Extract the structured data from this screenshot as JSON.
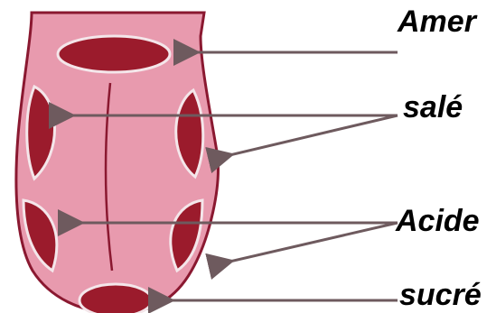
{
  "labels": {
    "amer": "Amer",
    "sale": "salé",
    "acide": "Acide",
    "sucre": "sucré"
  },
  "colors": {
    "tongue_fill": "#e89aae",
    "tongue_outline": "#8a1830",
    "taste_zone": "#9b1b2c",
    "zone_border": "#f4e6ea",
    "arrow": "#6e5a5e",
    "label_text": "#000000",
    "background": "#ffffff"
  }
}
